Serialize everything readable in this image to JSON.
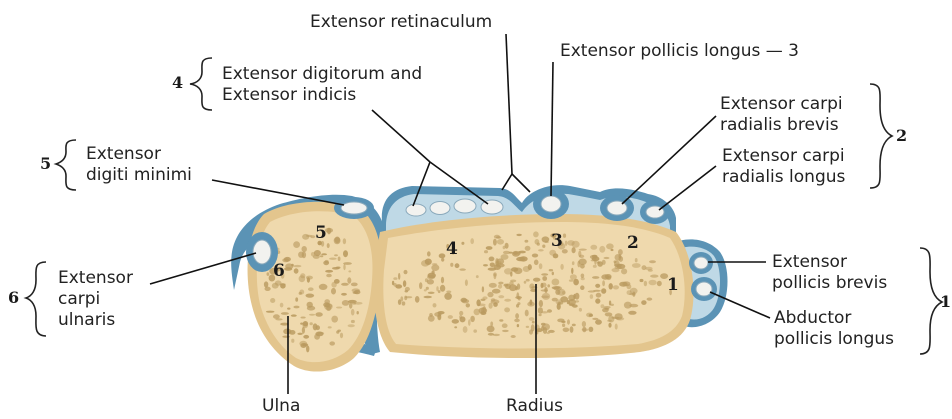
{
  "colors": {
    "bone_fill": "#efd9ad",
    "bone_cortex": "#e3c58d",
    "pores": "#b99a5f",
    "sheath": "#5b93b5",
    "sheath_light": "#bfd9e6",
    "tendon": "#f2f2ef",
    "ink": "#222222"
  },
  "labels": {
    "extensor_retinaculum": "Extensor retinaculum",
    "extensor_pollicis_longus": "Extensor pollicis longus — 3",
    "extensor_digitorum": "Extensor digitorum and\nExtensor indicis",
    "extensor_carpi_radialis_brevis": "Extensor carpi\nradialis brevis",
    "extensor_carpi_radialis_longus": "Extensor carpi\nradialis longus",
    "extensor_digiti_minimi": "Extensor\ndigiti minimi",
    "extensor_carpi_ulnaris": "Extensor\ncarpi\nulnaris",
    "extensor_pollicis_brevis": "Extensor\npollicis brevis",
    "abductor_pollicis_longus": "Abductor\npollicis longus",
    "ulna": "Ulna",
    "radius": "Radius"
  },
  "compartment_numbers": {
    "c4": "4",
    "c5": "5",
    "c6": "6",
    "c2": "2",
    "c1": "1"
  },
  "bone_numbers": {
    "n5": "5",
    "n6": "6",
    "n4": "4",
    "n3": "3",
    "n2": "2",
    "n1": "1"
  }
}
